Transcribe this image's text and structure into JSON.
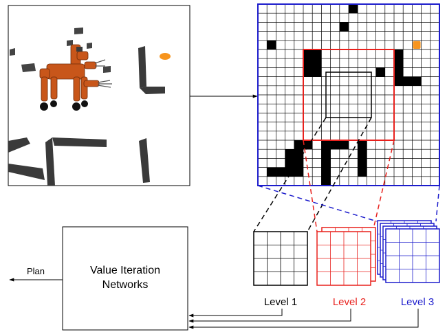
{
  "diagram": {
    "vin_box": {
      "line1": "Value Iteration",
      "line2": "Networks"
    },
    "plan_label": "Plan",
    "levels": [
      {
        "label": "Level 1",
        "color": "#000000"
      },
      {
        "label": "Level 2",
        "color": "#e8201c"
      },
      {
        "label": "Level 3",
        "color": "#1c1ccc"
      }
    ],
    "map": {
      "grid_size": 20,
      "grid_color": "#1c1ccc",
      "goal_color": "#f7941d",
      "goal_cell": [
        17,
        4
      ],
      "obstacle_cells": [
        [
          10,
          0
        ],
        [
          9,
          2
        ],
        [
          1,
          4
        ],
        [
          5,
          5
        ],
        [
          6,
          5
        ],
        [
          15,
          5
        ],
        [
          5,
          6
        ],
        [
          6,
          6
        ],
        [
          15,
          6
        ],
        [
          5,
          7
        ],
        [
          6,
          7
        ],
        [
          13,
          7
        ],
        [
          15,
          7
        ],
        [
          15,
          8
        ],
        [
          16,
          8
        ],
        [
          17,
          8
        ],
        [
          4,
          15
        ],
        [
          5,
          15
        ],
        [
          7,
          15
        ],
        [
          8,
          15
        ],
        [
          9,
          15
        ],
        [
          11,
          15
        ],
        [
          3,
          16
        ],
        [
          4,
          16
        ],
        [
          7,
          16
        ],
        [
          11,
          16
        ],
        [
          3,
          17
        ],
        [
          4,
          17
        ],
        [
          7,
          17
        ],
        [
          11,
          17
        ],
        [
          1,
          18
        ],
        [
          2,
          18
        ],
        [
          3,
          18
        ],
        [
          4,
          18
        ],
        [
          7,
          18
        ],
        [
          11,
          18
        ],
        [
          7,
          19
        ]
      ]
    },
    "colors": {
      "obstacle": "#000000",
      "goal_marker": "#f7941d",
      "robot": "#c8561a"
    }
  }
}
